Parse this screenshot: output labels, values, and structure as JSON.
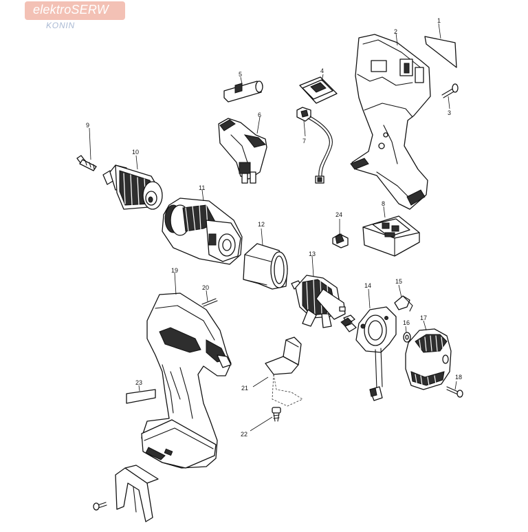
{
  "watermark": {
    "brand": "elektroSERW",
    "location": "KONIN"
  },
  "parts": [
    {
      "id": "p1",
      "label": "1"
    },
    {
      "id": "p2",
      "label": "2"
    },
    {
      "id": "p3",
      "label": "3"
    },
    {
      "id": "p4",
      "label": "4"
    },
    {
      "id": "p5",
      "label": "5"
    },
    {
      "id": "p6",
      "label": "6"
    },
    {
      "id": "p7",
      "label": "7"
    },
    {
      "id": "p8",
      "label": "8"
    },
    {
      "id": "p9",
      "label": "9"
    },
    {
      "id": "p10",
      "label": "10"
    },
    {
      "id": "p11",
      "label": "11"
    },
    {
      "id": "p12",
      "label": "12"
    },
    {
      "id": "p13",
      "label": "13"
    },
    {
      "id": "p14",
      "label": "14"
    },
    {
      "id": "p15",
      "label": "15"
    },
    {
      "id": "p16",
      "label": "16"
    },
    {
      "id": "p17",
      "label": "17"
    },
    {
      "id": "p18",
      "label": "18"
    },
    {
      "id": "p19",
      "label": "19"
    },
    {
      "id": "p20",
      "label": "20"
    },
    {
      "id": "p21",
      "label": "21"
    },
    {
      "id": "p22",
      "label": "22"
    },
    {
      "id": "p23",
      "label": "23"
    },
    {
      "id": "p24",
      "label": "24"
    }
  ]
}
